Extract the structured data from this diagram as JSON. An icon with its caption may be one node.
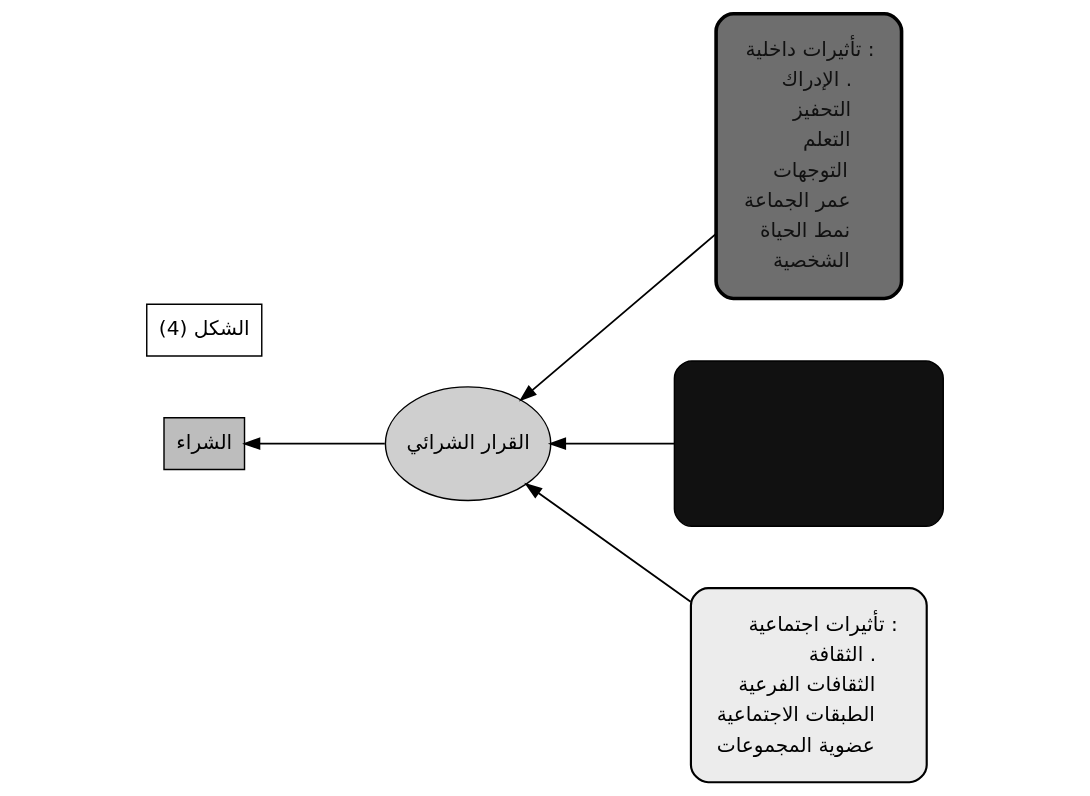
{
  "diagram": {
    "nodes": [
      {
        "text": [
          "تأثيرات داخلية :",
          "الإدراك .",
          "التحفيز",
          "التعلم",
          "التوجهات",
          "عمر الجماعة",
          "نمط الحياة",
          "الشخصية"
        ]
      },
      {
        "text": [],
        "shape": "box"
      },
      {
        "text": [
          "القرار الشرائي"
        ]
      },
      {
        "text": [
          "الشراء"
        ]
      },
      {
        "text": [
          "تأثيرات اجتماعية :",
          "الثقافة .",
          "الثقافات الفرعية",
          "الطبقات الاجتماعية",
          "عضوية المجموعات"
        ]
      },
      {
        "text": [
          "الشكل (4)"
        ]
      }
    ],
    "edges": [
      {
        "from": 1,
        "to": 2,
        "arrow": "to"
      },
      {
        "from": 0,
        "to": 2,
        "arrow": "to"
      },
      {
        "from": 4,
        "to": 2,
        "arrow": "to"
      },
      {
        "from": 2,
        "to": 3,
        "arrow": "to"
      }
    ]
  }
}
